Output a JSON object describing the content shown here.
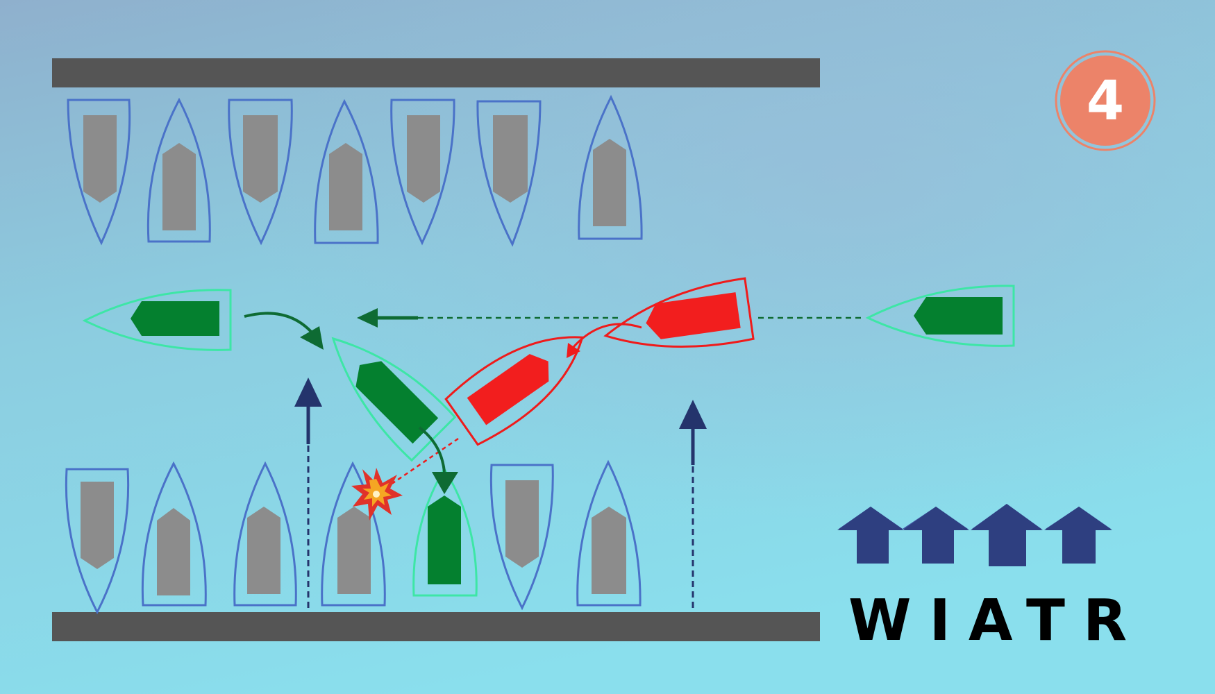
{
  "step": {
    "number": "4",
    "badge_color": "#ec8369"
  },
  "wind": {
    "label": "WIATR",
    "arrow_count": 4,
    "arrow_color": "#2e3f80"
  },
  "colors": {
    "water_top": "#8fb5cf",
    "water_bottom": "#8cdeec",
    "pier": "#555555",
    "moored_hull": "#4a72c8",
    "moored_cabin": "#8c8c8c",
    "own_hull": "#3de6a6",
    "own_cabin": "#04802f",
    "other_hull": "#ef1b1b",
    "other_cabin": "#f21e1e",
    "path_arrow": "#0e6b33",
    "wind_flow_arrow": "#24346c",
    "collision": "#f5a623"
  },
  "icons": {
    "collision": "collision-burst-icon",
    "wind": "wind-direction-arrow-icon",
    "step": "step-number-badge"
  }
}
